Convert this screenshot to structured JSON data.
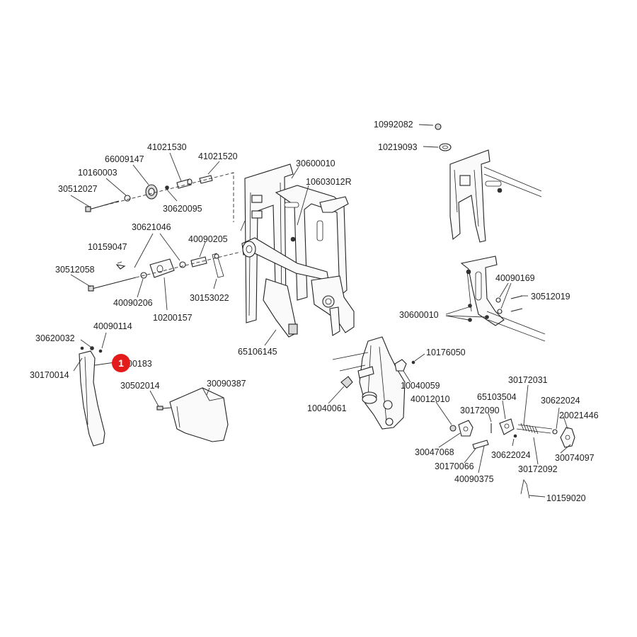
{
  "callout": {
    "number": "1",
    "color": "#e41b1b"
  },
  "labels": {
    "p10992082": "10992082",
    "p10219093": "10219093",
    "p41021530": "41021530",
    "p41021520": "41021520",
    "p66009147": "66009147",
    "p10160003": "10160003",
    "p30512027": "30512027",
    "p30620095": "30620095",
    "p30600010_top": "30600010",
    "p10603012R": "10603012R",
    "p30621046": "30621046",
    "p40090205": "40090205",
    "p10159047": "10159047",
    "p30512058": "30512058",
    "p40090206": "40090206",
    "p10200157": "10200157",
    "p30153022": "30153022",
    "p40090114": "40090114",
    "p30620032": "30620032",
    "p00183": "00183",
    "p30170014": "30170014",
    "p65106145": "65106145",
    "p30502014": "30502014",
    "p30090387": "30090387",
    "p40090169": "40090169",
    "p30512019": "30512019",
    "p30600010_right": "30600010",
    "p10176050": "10176050",
    "p10040059": "10040059",
    "p10040061": "10040061",
    "p30172031": "30172031",
    "p40012010": "40012010",
    "p65103504": "65103504",
    "p30622024_a": "30622024",
    "p30172090": "30172090",
    "p20021446": "20021446",
    "p30047068": "30047068",
    "p30622024_b": "30622024",
    "p30074097": "30074097",
    "p30170066": "30170066",
    "p30172092": "30172092",
    "p40090375": "40090375",
    "p10159020": "10159020"
  }
}
